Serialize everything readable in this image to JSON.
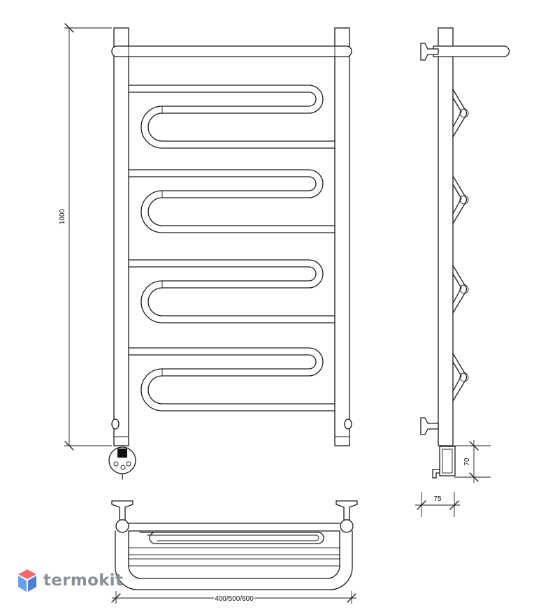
{
  "dimensions": {
    "height": "1000",
    "width": "400/500/600",
    "depth": "75",
    "offset": "70"
  },
  "watermark": {
    "text": "termokit",
    "colors": {
      "top": "#f26b6b",
      "left": "#6aa0e8",
      "right": "#4a7fd1",
      "text": "#8a8f98"
    }
  }
}
